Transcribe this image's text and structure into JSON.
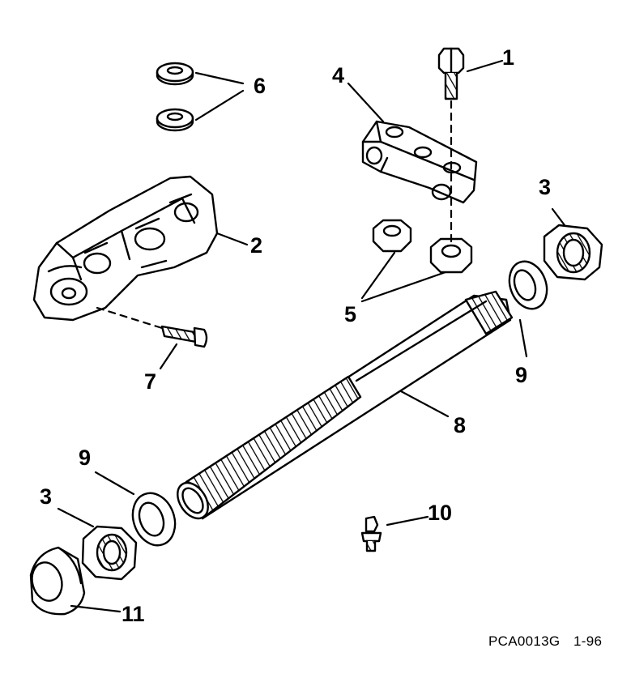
{
  "callouts": {
    "c1": "1",
    "c2": "2",
    "c3a": "3",
    "c3b": "3",
    "c4": "4",
    "c5": "5",
    "c6": "6",
    "c7": "7",
    "c8": "8",
    "c9a": "9",
    "c9b": "9",
    "c10": "10",
    "c11": "11"
  },
  "figure_ref": "PCA0013G",
  "figure_date": "1-96"
}
